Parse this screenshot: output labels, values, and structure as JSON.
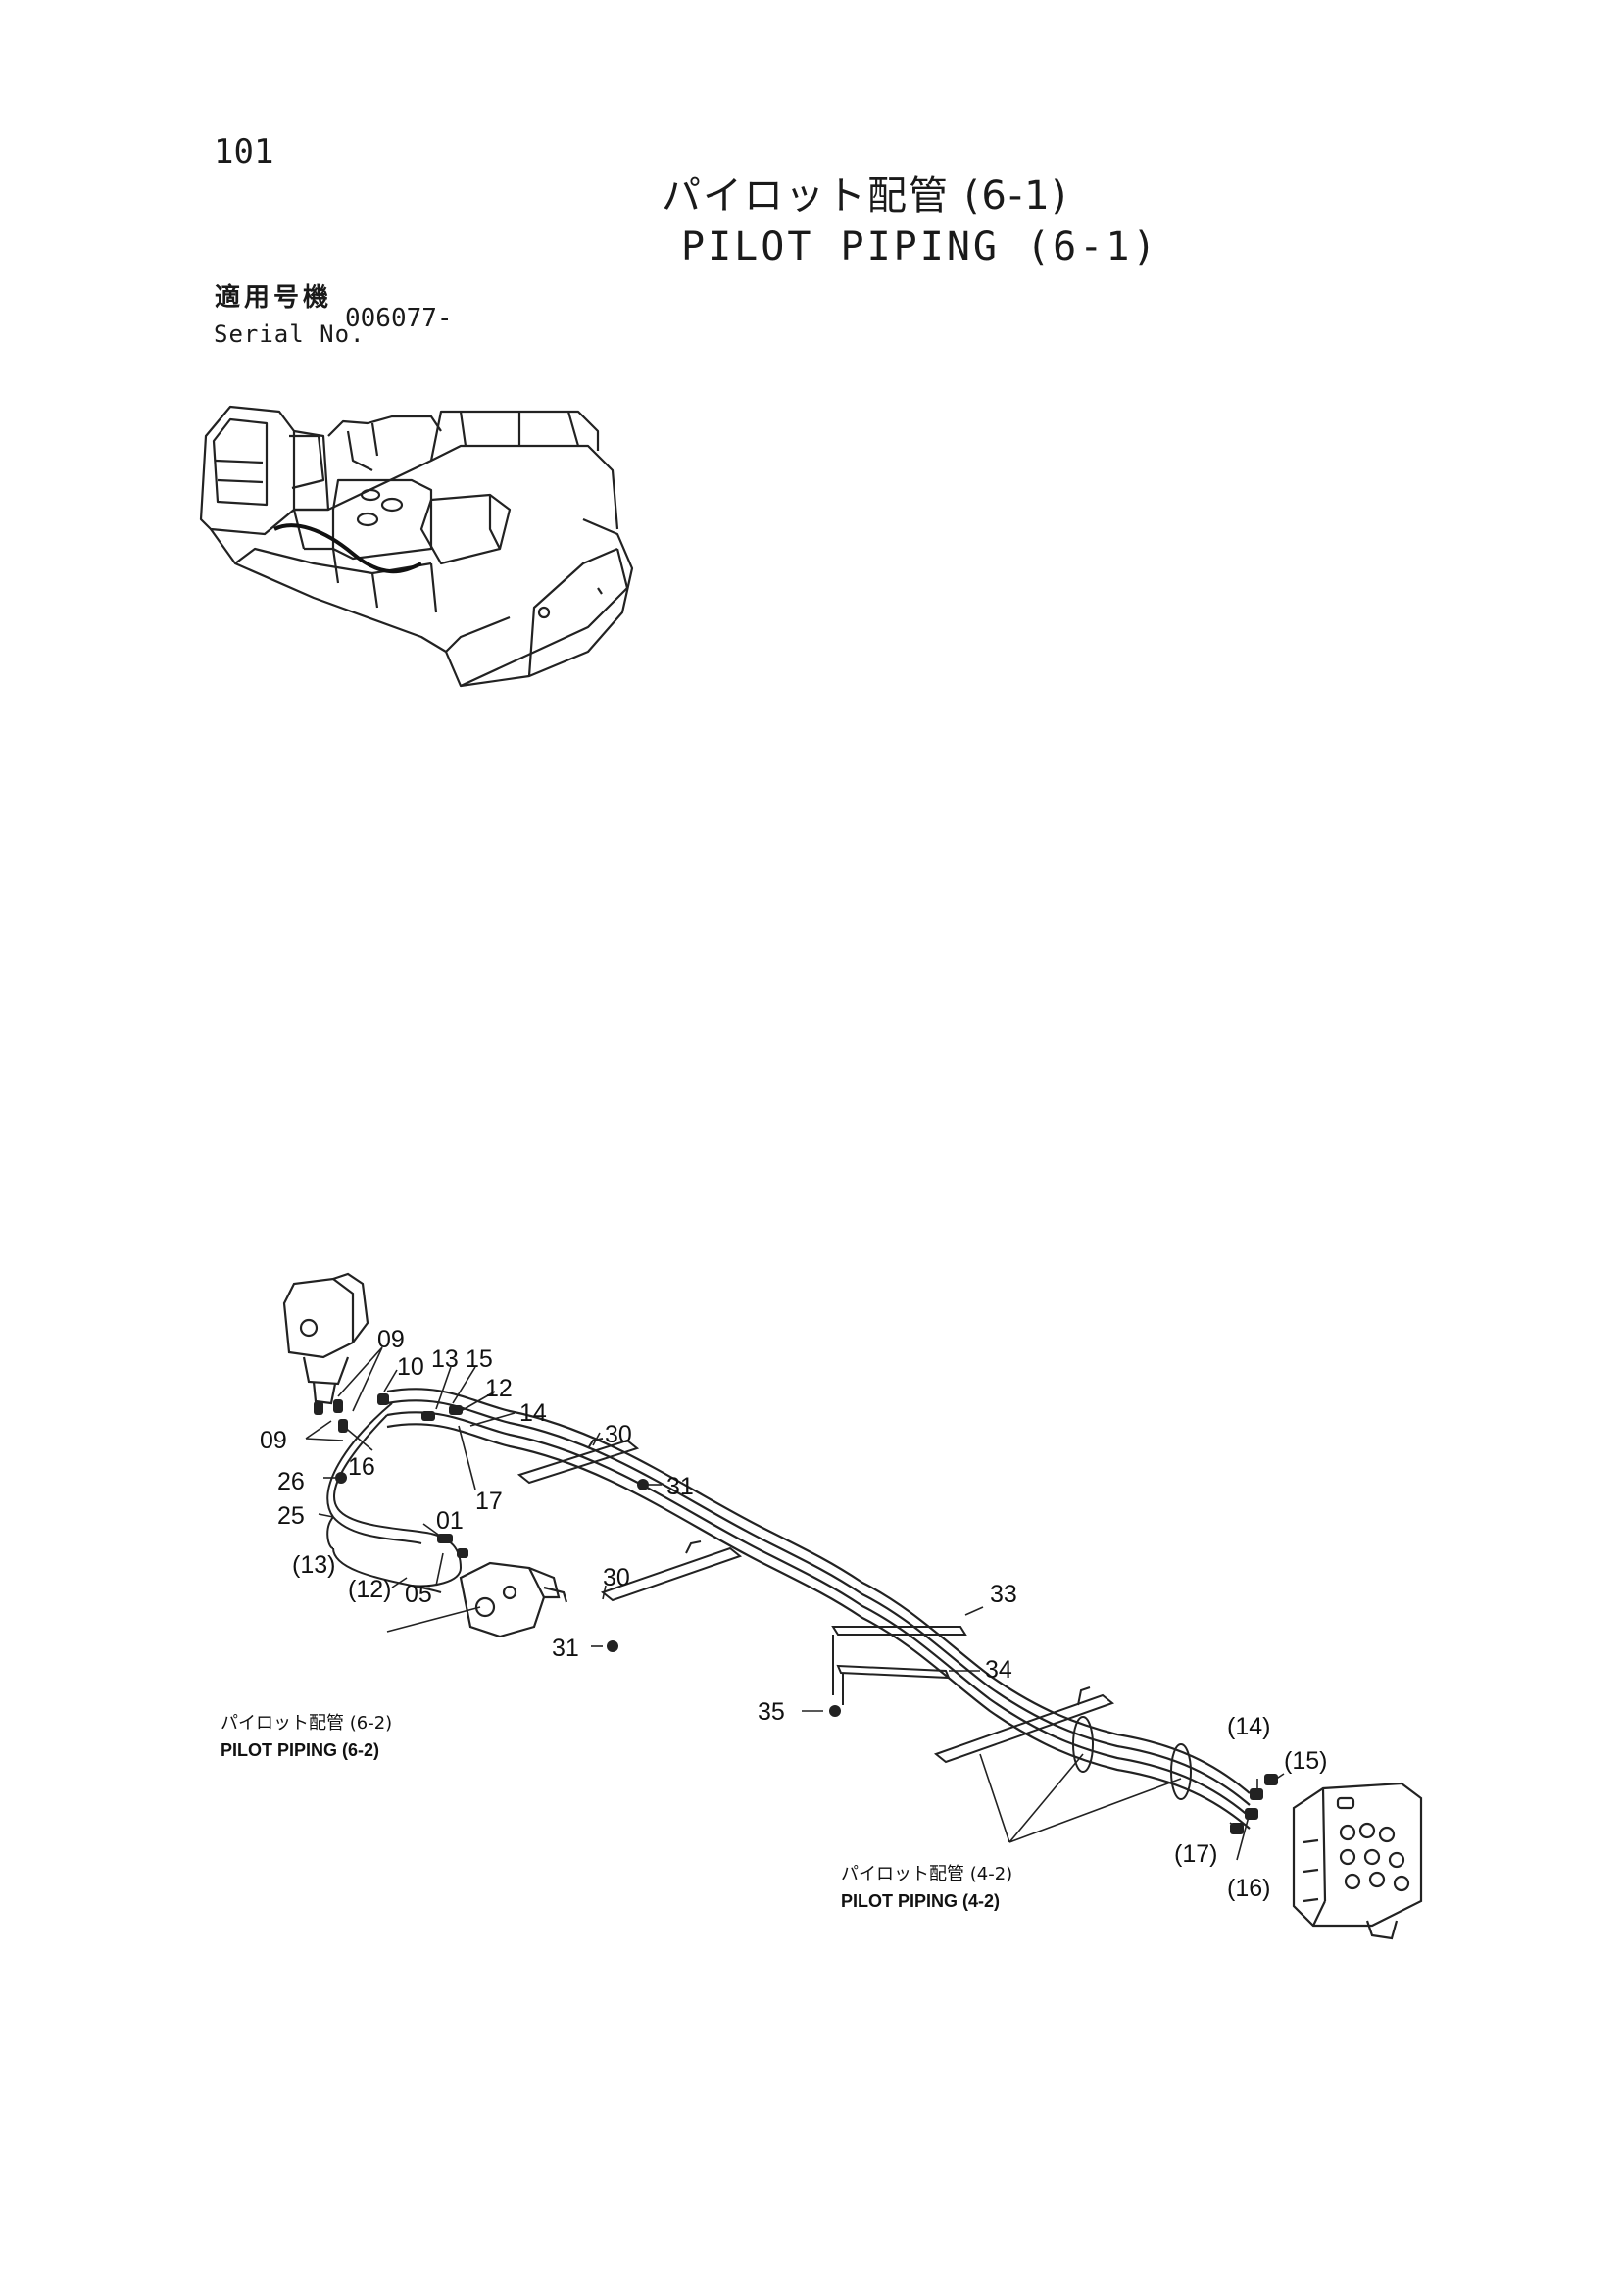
{
  "page": {
    "number": "101"
  },
  "title": {
    "jp": "パイロット配管 (6-1)",
    "en": "PILOT PIPING (6-1)"
  },
  "serial": {
    "label_jp": "適用号機",
    "label_en": "Serial No.",
    "value": "006077-"
  },
  "callouts": {
    "c09a": "09",
    "c10": "10",
    "c13": "13",
    "c15": "15",
    "c12": "12",
    "c14": "14",
    "c09b": "09",
    "c26": "26",
    "c16": "16",
    "c25": "25",
    "c17": "17",
    "c01": "01",
    "c13p": "(13)",
    "c12p": "(12)",
    "c05": "05",
    "c30a": "30",
    "c31a": "31",
    "c30b": "30",
    "c31b": "31",
    "c33": "33",
    "c34": "34",
    "c35": "35",
    "c14p": "(14)",
    "c15p": "(15)",
    "c17p": "(17)",
    "c16p": "(16)"
  },
  "references": {
    "left": {
      "jp": "パイロット配管 (6-2)",
      "en": "PILOT PIPING (6-2)"
    },
    "right": {
      "jp": "パイロット配管 (4-2)",
      "en": "PILOT PIPING (4-2)"
    }
  }
}
